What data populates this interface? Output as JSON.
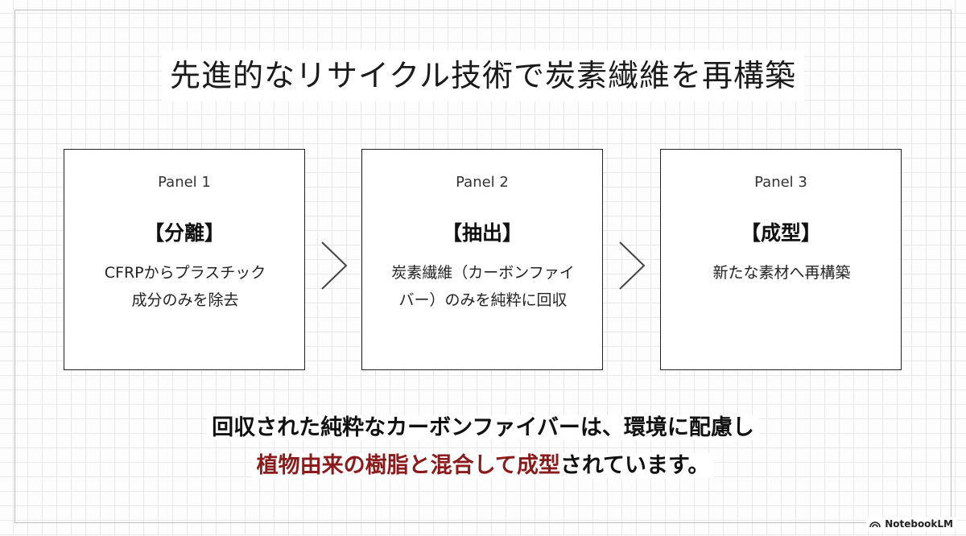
{
  "title": "先進的なリサイクル技術で炭素繊維を再構築",
  "panels": [
    {
      "label": "Panel 1",
      "heading": "【分離】",
      "desc_line1": "CFRPからプラスチック",
      "desc_line2": "成分のみを除去"
    },
    {
      "label": "Panel 2",
      "heading": "【抽出】",
      "desc_line1": "炭素繊維（カーボンファイ",
      "desc_line2": "バー）のみを純粋に回収"
    },
    {
      "label": "Panel 3",
      "heading": "【成型】",
      "desc_line1": "新たな素材へ再構築",
      "desc_line2": ""
    }
  ],
  "summary": {
    "line1": "回収された純粋なカーボンファイバーは、環境に配慮し",
    "line2_highlight": "植物由来の樹脂と混合して成型",
    "line2_rest": "されています。"
  },
  "badge": {
    "icon": "notebooklm-logo-icon",
    "label": "NotebookLM"
  },
  "colors": {
    "accent": "#8b1a1a",
    "border": "#222222",
    "grid": "#e8e8e8"
  }
}
